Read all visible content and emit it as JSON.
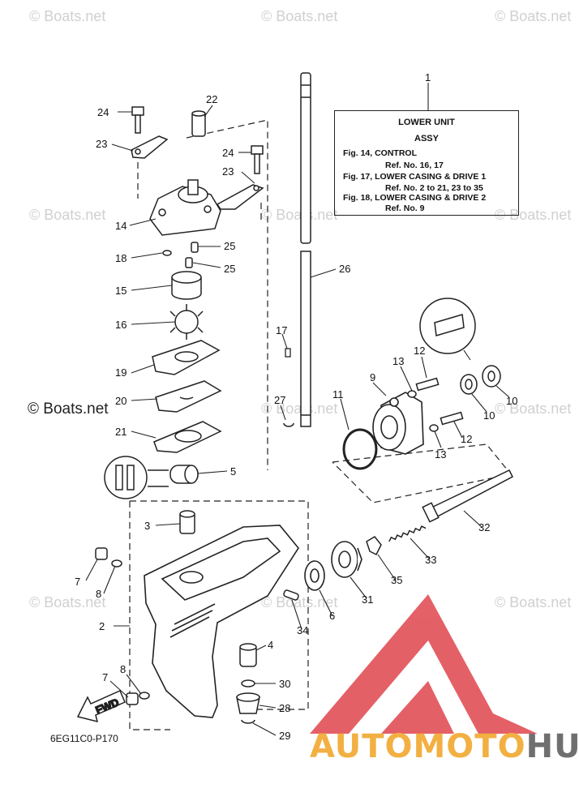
{
  "watermark": "© Boats.net",
  "info_box": {
    "ref": "1",
    "title": "LOWER UNIT",
    "subtitle": "ASSY",
    "lines": [
      "Fig. 14, CONTROL",
      "Ref. No. 16, 17",
      "Fig. 17, LOWER CASING & DRIVE 1",
      "Ref. No. 2 to 21, 23 to 35",
      "Fig. 18, LOWER CASING & DRIVE 2",
      "Ref. No. 9"
    ]
  },
  "diagram_code": "6EG11C0-P170",
  "fwd_label": "FWD",
  "logo": {
    "part1": "AUTOMOTO",
    "part2": "HUB",
    "color1": "#f2b042",
    "color2": "#6f6f6f",
    "mark_color": "#e0454d"
  },
  "callouts": [
    "1",
    "2",
    "3",
    "4",
    "5",
    "6",
    "7",
    "7",
    "8",
    "8",
    "9",
    "10",
    "10",
    "11",
    "12",
    "12",
    "13",
    "13",
    "14",
    "15",
    "16",
    "17",
    "18",
    "19",
    "20",
    "21",
    "22",
    "23",
    "23",
    "24",
    "24",
    "25",
    "25",
    "26",
    "27",
    "28",
    "29",
    "30",
    "31",
    "32",
    "33",
    "34",
    "35"
  ]
}
